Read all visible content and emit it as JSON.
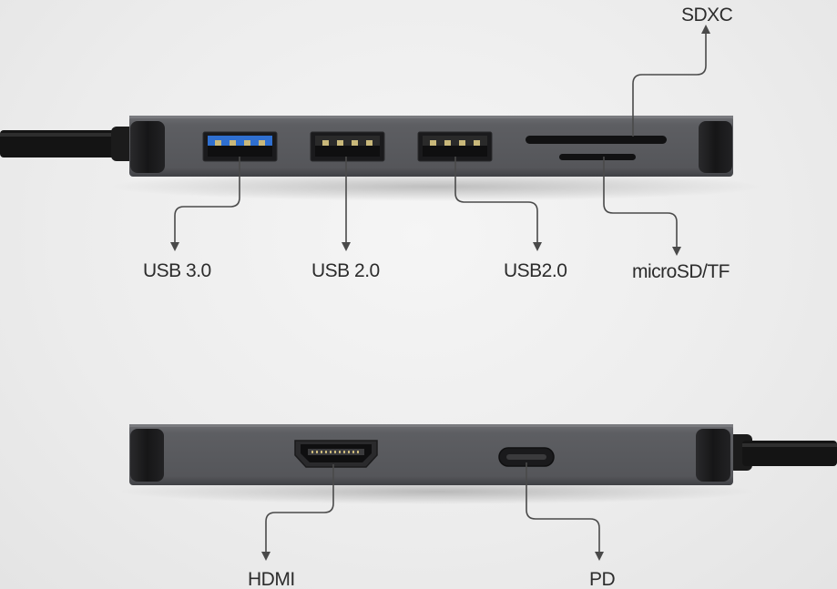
{
  "top_view": {
    "labels": {
      "sdxc": "SDXC",
      "usb3": "USB 3.0",
      "usb2_a": "USB 2.0",
      "usb2_b": "USB2.0",
      "microsd": "microSD/TF"
    }
  },
  "bottom_view": {
    "labels": {
      "hdmi": "HDMI",
      "pd": "PD"
    }
  },
  "colors": {
    "hub_body": "#5e5f63",
    "hub_edge": "#3f4044",
    "cap": "#1e1e20",
    "cable": "#141414",
    "usb3_tongue": "#2f6fd0",
    "usb2_tongue": "#1a1a1a",
    "callout_line": "#4a4a4a",
    "background": "#eeeeee"
  }
}
